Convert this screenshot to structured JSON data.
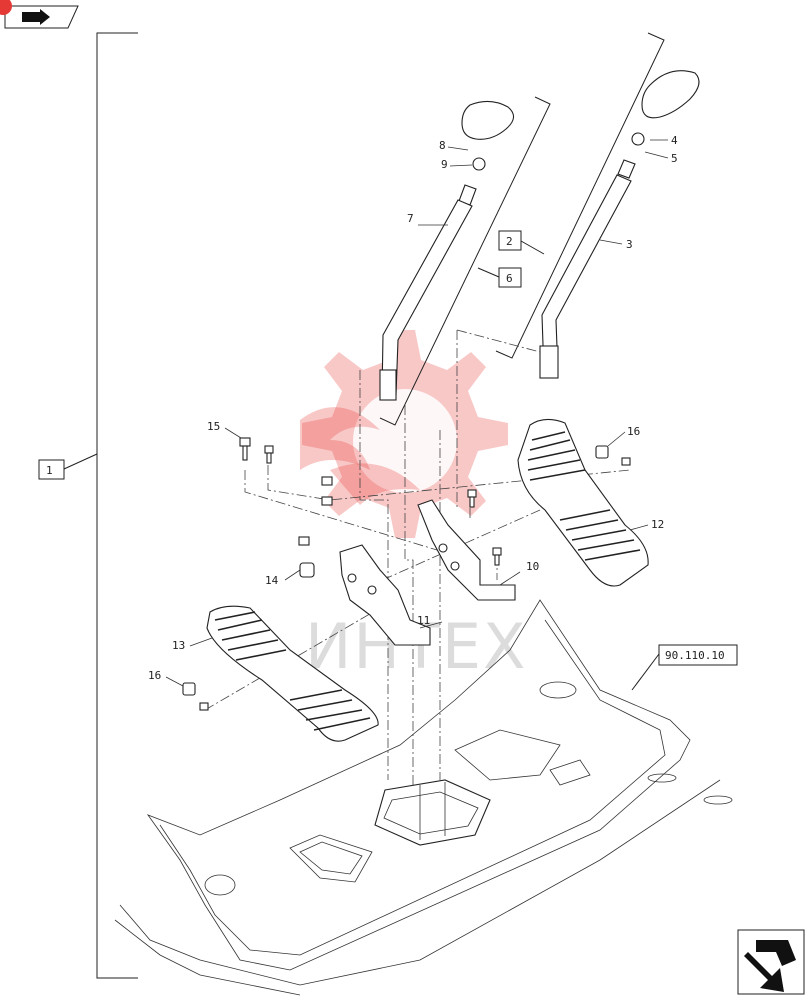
{
  "top_badge": {
    "icon": "forward-arrow-icon",
    "marker_color": "#e53935"
  },
  "corner_nav": {
    "icon": "next-page-arrow-icon"
  },
  "watermark": {
    "text": "ИНТЕХ",
    "color": "#e53935"
  },
  "callouts": {
    "c1": "1",
    "c2": "2",
    "c3": "3",
    "c4": "4",
    "c5": "5",
    "c6": "6",
    "c7": "7",
    "c8": "8",
    "c9": "9",
    "c10": "10",
    "c11": "11",
    "c12": "12",
    "c13": "13",
    "c14": "14",
    "c15": "15",
    "c16a": "16",
    "c16b": "16"
  },
  "reference": {
    "label": "90.110.10"
  }
}
